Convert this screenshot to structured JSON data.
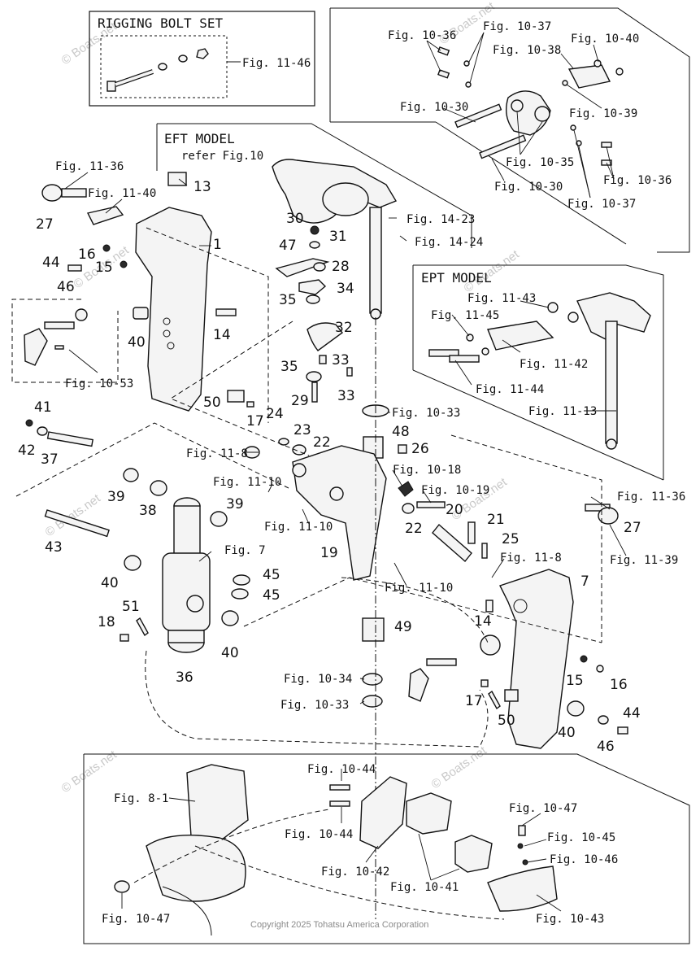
{
  "boxes": {
    "rigging": "RIGGING BOLT SET",
    "eft": "EFT MODEL",
    "eft_ref": "refer Fig.10",
    "ept": "EPT MODEL"
  },
  "callouts": [
    "Fig. 11-46",
    "Fig. 10-36",
    "Fig. 10-37",
    "Fig. 10-38",
    "Fig. 10-40",
    "Fig. 10-30",
    "Fig. 10-39",
    "Fig. 10-35",
    "Fig. 10-30",
    "Fig. 10-36",
    "Fig. 10-37",
    "Fig. 11-36",
    "Fig. 11-40",
    "Fig. 14-23",
    "Fig. 14-24",
    "Fig. 11-43",
    "Fig. 11-45",
    "Fig. 11-42",
    "Fig. 11-44",
    "Fig. 11-13",
    "Fig. 10-53",
    "Fig. 10-33",
    "Fig. 11-8",
    "Fig. 10-18",
    "Fig. 11-10",
    "Fig. 10-19",
    "Fig. 11-10",
    "Fig. 11-36",
    "Fig. 11-39",
    "Fig. 7",
    "Fig. 11-8",
    "Fig. 11-10",
    "Fig. 10-34",
    "Fig. 10-33",
    "Fig. 10-44",
    "Fig. 8-1",
    "Fig. 10-44",
    "Fig. 10-47",
    "Fig. 10-45",
    "Fig. 10-46",
    "Fig. 10-42",
    "Fig. 10-41",
    "Fig. 10-47",
    "Fig. 10-43"
  ],
  "parts": [
    "13",
    "27",
    "16",
    "1",
    "44",
    "15",
    "46",
    "40",
    "14",
    "30",
    "31",
    "47",
    "28",
    "34",
    "35",
    "32",
    "33",
    "35",
    "33",
    "29",
    "50",
    "17",
    "24",
    "23",
    "22",
    "48",
    "26",
    "41",
    "42",
    "37",
    "39",
    "38",
    "39",
    "43",
    "40",
    "18",
    "51",
    "36",
    "40",
    "45",
    "45",
    "19",
    "20",
    "21",
    "22",
    "25",
    "27",
    "7",
    "14",
    "15",
    "16",
    "49",
    "17",
    "50",
    "40",
    "46",
    "44"
  ],
  "watermarks": [
    "© Boats.net"
  ],
  "copyright": "Copyright 2025 Tohatsu America Corporation"
}
